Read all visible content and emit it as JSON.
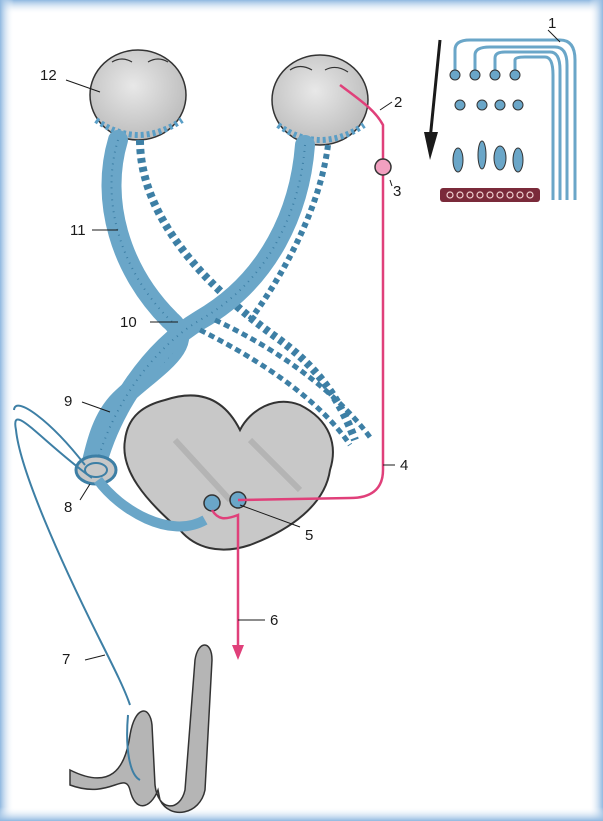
{
  "diagram": {
    "labels": [
      {
        "id": "l1",
        "text": "1"
      },
      {
        "id": "l2",
        "text": "2"
      },
      {
        "id": "l3",
        "text": "3"
      },
      {
        "id": "l4",
        "text": "4"
      },
      {
        "id": "l5",
        "text": "5"
      },
      {
        "id": "l6",
        "text": "6"
      },
      {
        "id": "l7",
        "text": "7"
      },
      {
        "id": "l8",
        "text": "8"
      },
      {
        "id": "l9",
        "text": "9"
      },
      {
        "id": "l10",
        "text": "10"
      },
      {
        "id": "l11",
        "text": "11"
      },
      {
        "id": "l12",
        "text": "12"
      }
    ],
    "colors": {
      "nerve_blue": "#6aa6c8",
      "nerve_blue_dark": "#3d7fa5",
      "reflex_pink": "#e0407a",
      "brain_gray": "#c8c8c8",
      "brain_outline": "#333333",
      "frame_blue": "#8fb8e0",
      "muscle_gray": "#b5b5b5"
    }
  }
}
